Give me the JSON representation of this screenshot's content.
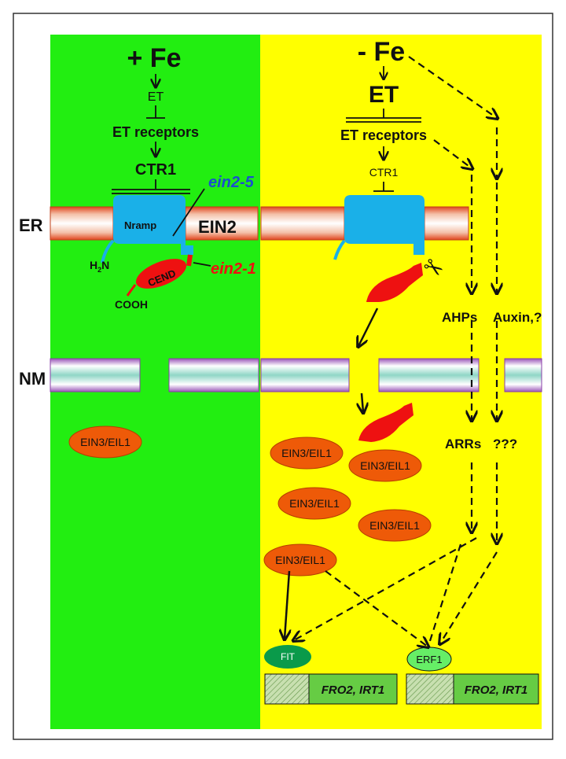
{
  "labels": {
    "plus_fe": "+ Fe",
    "minus_fe": "- Fe",
    "et_left": "ET",
    "et_right": "ET",
    "et_receptors_left": "ET receptors",
    "et_receptors_right": "ET receptors",
    "ctr1_left": "CTR1",
    "ctr1_right": "CTR1",
    "ein2_5": "ein2-5",
    "ein2_1": "ein2-1",
    "nramp": "Nramp",
    "ein2": "EIN2",
    "h2n_main": "H",
    "h2n_sub": "2",
    "h2n_end": "N",
    "cend": "CEND",
    "cooh": "COOH",
    "er": "ER",
    "nm": "NM",
    "ahps": "AHPs",
    "auxin": "Auxin,?",
    "arrs": "ARRs",
    "qqq": "???",
    "fit": "FIT",
    "erf1": "ERF1",
    "fro2_irt1_a": "FRO2, IRT1",
    "fro2_irt1_b": "FRO2, IRT1",
    "scissors": "✂"
  },
  "ein3_items": [
    "EIN3/EIL1",
    "EIN3/EIL1",
    "EIN3/EIL1",
    "EIN3/EIL1",
    "EIN3/EIL1",
    "EIN3/EIL1"
  ],
  "colors": {
    "left_panel": "#22ee11",
    "right_panel": "#ffff00",
    "nramp": "#1ab0e8",
    "cend": "#ee1111",
    "ein3": "#ee5a08",
    "fit": "#0a9a4a",
    "erf1": "#66ee66",
    "gene_box": "#66cc44",
    "ein2_5_text": "#1a4fcf",
    "ein2_1_text": "#ee1111",
    "er_bar_edge": "#d0401a",
    "nm_bar_edge": "#8a3fa8"
  }
}
